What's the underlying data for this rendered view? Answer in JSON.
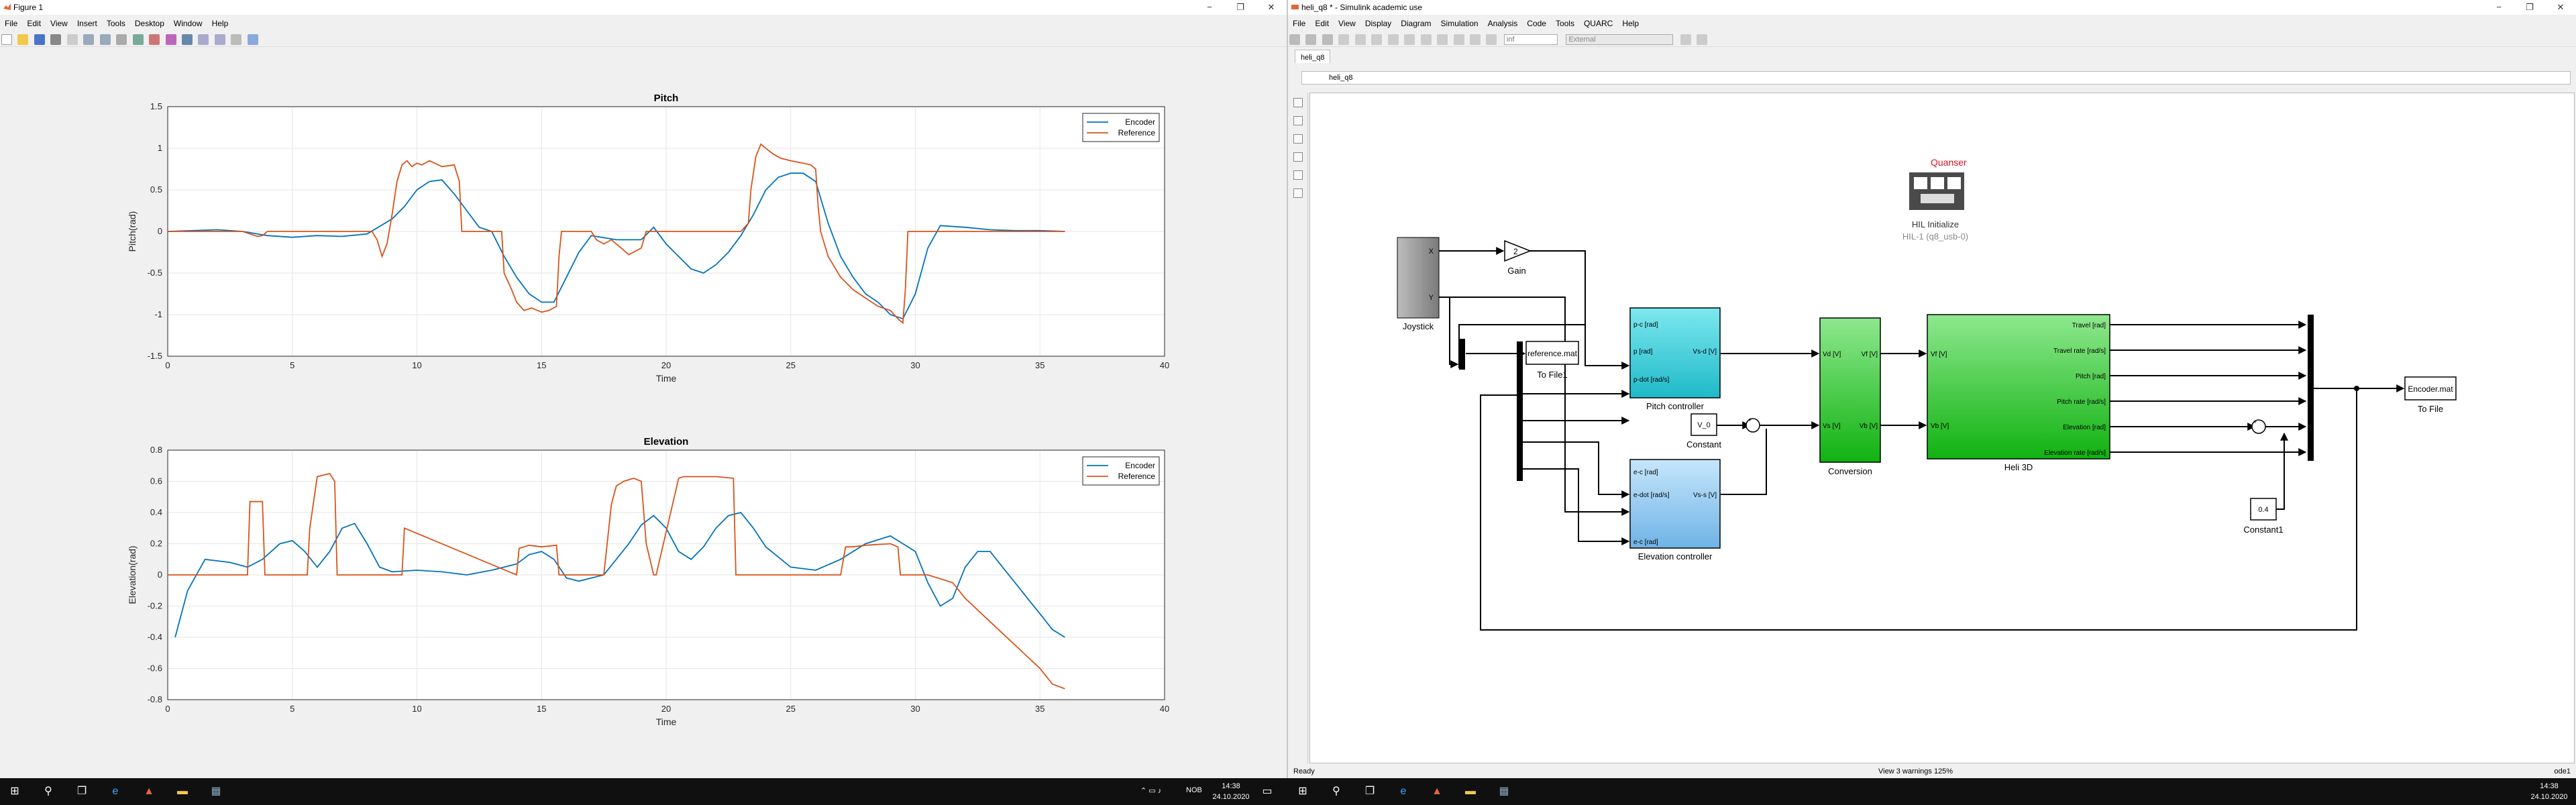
{
  "figure": {
    "title": "Figure 1",
    "menu": [
      "File",
      "Edit",
      "View",
      "Insert",
      "Tools",
      "Desktop",
      "Window",
      "Help"
    ],
    "window_controls": [
      "−",
      "❐",
      "✕"
    ]
  },
  "chart_data": [
    {
      "type": "line",
      "title": "Pitch",
      "xlabel": "Time",
      "ylabel": "Pitch(rad)",
      "xlim": [
        0,
        40
      ],
      "ylim": [
        -1.5,
        1.5
      ],
      "xticks": [
        0,
        5,
        10,
        15,
        20,
        25,
        30,
        35,
        40
      ],
      "yticks": [
        -1.5,
        -1,
        -0.5,
        0,
        0.5,
        1,
        1.5
      ],
      "ytick_labels": [
        "-1.5",
        "-1",
        "-0.5",
        "0",
        "0.5",
        "1",
        "1.5"
      ],
      "grid": true,
      "legend_position": "top-right",
      "series": [
        {
          "name": "Encoder",
          "color": "#0072bd",
          "x": [
            0,
            1,
            2,
            3,
            4,
            5,
            6,
            7,
            8,
            9,
            9.5,
            10,
            10.5,
            11,
            11.5,
            12,
            12.5,
            13,
            13.5,
            14,
            14.5,
            15,
            15.5,
            16,
            16.5,
            17,
            18,
            19,
            19.5,
            20,
            20.5,
            21,
            21.5,
            22,
            22.5,
            23,
            23.5,
            24,
            24.5,
            25,
            25.5,
            26,
            26.5,
            27,
            27.5,
            28,
            28.5,
            29,
            29.5,
            30,
            30.5,
            31,
            32,
            33,
            34,
            35,
            36
          ],
          "y": [
            0,
            0.01,
            0.02,
            0.0,
            -0.05,
            -0.07,
            -0.05,
            -0.06,
            -0.03,
            0.15,
            0.3,
            0.5,
            0.6,
            0.62,
            0.45,
            0.25,
            0.05,
            0,
            -0.3,
            -0.55,
            -0.75,
            -0.85,
            -0.85,
            -0.55,
            -0.25,
            -0.05,
            -0.1,
            -0.1,
            0.05,
            -0.15,
            -0.3,
            -0.45,
            -0.5,
            -0.4,
            -0.25,
            -0.05,
            0.2,
            0.5,
            0.65,
            0.7,
            0.7,
            0.6,
            0.1,
            -0.3,
            -0.55,
            -0.75,
            -0.85,
            -1.0,
            -1.05,
            -0.75,
            -0.2,
            0.07,
            0.05,
            0.02,
            0.01,
            0.01,
            0
          ]
        },
        {
          "name": "Reference",
          "color": "#d95319",
          "x": [
            0,
            3,
            3.3,
            3.6,
            3.8,
            4,
            8.2,
            8.4,
            8.6,
            8.8,
            9,
            9.2,
            9.4,
            9.6,
            9.8,
            10,
            10.2,
            10.5,
            11,
            11.5,
            11.7,
            11.8,
            13.4,
            13.5,
            13.8,
            14,
            14.3,
            14.6,
            15,
            15.3,
            15.6,
            15.7,
            15.8,
            16.5,
            17,
            17.2,
            17.5,
            17.8,
            18.2,
            18.5,
            19,
            19.2,
            20,
            20.5,
            21,
            21.5,
            22,
            22.5,
            23,
            23.3,
            23.4,
            23.6,
            23.8,
            24,
            24.3,
            24.6,
            25,
            25.5,
            25.8,
            26,
            26.1,
            26.2,
            26.5,
            27,
            27.5,
            28,
            28.5,
            29,
            29.3,
            29.5,
            29.6,
            29.7,
            30,
            36
          ],
          "y": [
            0,
            0,
            -0.03,
            -0.06,
            -0.05,
            0,
            0,
            -0.1,
            -0.3,
            -0.15,
            0.2,
            0.6,
            0.8,
            0.85,
            0.78,
            0.82,
            0.8,
            0.85,
            0.78,
            0.8,
            0.6,
            0,
            0,
            -0.5,
            -0.7,
            -0.85,
            -0.95,
            -0.92,
            -0.97,
            -0.95,
            -0.9,
            -0.3,
            0,
            0,
            0,
            -0.1,
            -0.15,
            -0.1,
            -0.2,
            -0.28,
            -0.2,
            0,
            0,
            0,
            0,
            0,
            0,
            0,
            0,
            0.1,
            0.5,
            0.9,
            1.05,
            1.0,
            0.93,
            0.88,
            0.85,
            0.82,
            0.8,
            0.75,
            0.3,
            0,
            -0.3,
            -0.55,
            -0.7,
            -0.8,
            -0.9,
            -0.95,
            -1.05,
            -1.1,
            -0.7,
            0,
            0,
            0
          ]
        }
      ]
    },
    {
      "type": "line",
      "title": "Elevation",
      "xlabel": "Time",
      "ylabel": "Elevation(rad)",
      "xlim": [
        0,
        40
      ],
      "ylim": [
        -0.8,
        0.8
      ],
      "xticks": [
        0,
        5,
        10,
        15,
        20,
        25,
        30,
        35,
        40
      ],
      "yticks": [
        -0.8,
        -0.6,
        -0.4,
        -0.2,
        0,
        0.2,
        0.4,
        0.6,
        0.8
      ],
      "ytick_labels": [
        "-0.8",
        "-0.6",
        "-0.4",
        "-0.2",
        "0",
        "0.2",
        "0.4",
        "0.6",
        "0.8"
      ],
      "grid": true,
      "legend_position": "top-right",
      "series": [
        {
          "name": "Encoder",
          "color": "#0072bd",
          "x": [
            0.3,
            0.8,
            1.5,
            2.5,
            3.2,
            3.8,
            4.5,
            5,
            5.5,
            6,
            6.5,
            7,
            7.5,
            8,
            8.5,
            9,
            10,
            11,
            12,
            13,
            14,
            14.5,
            15,
            15.5,
            16,
            16.5,
            17,
            17.5,
            18,
            18.5,
            19,
            19.5,
            20,
            20.5,
            21,
            21.5,
            22,
            22.5,
            23,
            23.5,
            24,
            25,
            26,
            27,
            28,
            29,
            30,
            30.5,
            31,
            31.5,
            32,
            32.5,
            33,
            33.5,
            34,
            34.5,
            35,
            35.5,
            36
          ],
          "y": [
            -0.4,
            -0.1,
            0.1,
            0.08,
            0.05,
            0.1,
            0.2,
            0.22,
            0.15,
            0.05,
            0.15,
            0.3,
            0.33,
            0.2,
            0.05,
            0.02,
            0.03,
            0.02,
            0.0,
            0.03,
            0.07,
            0.13,
            0.15,
            0.1,
            -0.02,
            -0.04,
            -0.02,
            0.0,
            0.1,
            0.2,
            0.32,
            0.38,
            0.3,
            0.15,
            0.1,
            0.18,
            0.3,
            0.38,
            0.4,
            0.3,
            0.18,
            0.05,
            0.03,
            0.1,
            0.2,
            0.25,
            0.15,
            -0.05,
            -0.2,
            -0.15,
            0.05,
            0.15,
            0.15,
            0.05,
            -0.05,
            -0.15,
            -0.25,
            -0.35,
            -0.4
          ]
        },
        {
          "name": "Reference",
          "color": "#d95319",
          "x": [
            0,
            3.2,
            3.3,
            3.8,
            3.9,
            4.7,
            5.6,
            5.7,
            6,
            6.5,
            6.7,
            6.8,
            9.4,
            9.5,
            14,
            14.1,
            14.5,
            15,
            15.6,
            15.7,
            17.5,
            17.8,
            18,
            18.3,
            18.7,
            19,
            19.2,
            19.5,
            19.6,
            20.4,
            20.5,
            20.7,
            21,
            22,
            22.7,
            22.8,
            27,
            27.2,
            27.5,
            28,
            29,
            29.3,
            29.4,
            30.5,
            31.5,
            32,
            33,
            34,
            35,
            35.5,
            36
          ],
          "y": [
            0,
            0,
            0.47,
            0.47,
            0,
            0,
            0,
            0.3,
            0.63,
            0.65,
            0.6,
            0,
            0,
            0.3,
            0,
            0.17,
            0.19,
            0.18,
            0.19,
            0,
            0,
            0.45,
            0.57,
            0.6,
            0.62,
            0.6,
            0.2,
            0,
            0,
            0.55,
            0.62,
            0.63,
            0.63,
            0.63,
            0.62,
            0,
            0,
            0.18,
            0.18,
            0.19,
            0.2,
            0.18,
            0,
            0,
            -0.05,
            -0.15,
            -0.3,
            -0.45,
            -0.6,
            -0.7,
            -0.73
          ]
        }
      ]
    }
  ],
  "simulink": {
    "title": "heli_q8 * - Simulink academic use",
    "menu": [
      "File",
      "Edit",
      "View",
      "Display",
      "Diagram",
      "Simulation",
      "Analysis",
      "Code",
      "Tools",
      "QUARC",
      "Help"
    ],
    "stop_time": "inf",
    "mode": "External",
    "tab": "heli_q8",
    "address": "heli_q8",
    "window_controls": [
      "−",
      "❐",
      "✕"
    ],
    "status_left": "Ready",
    "status_center": "View 3 warnings  125%",
    "status_right": "ode1"
  },
  "diagram": {
    "hil_initialize": {
      "name": "HIL Initialize",
      "sub": "HIL-1 (q8_usb-0)",
      "logo": "Quanser"
    },
    "joystick": {
      "label": "Joystick",
      "x": "X",
      "y": "Y"
    },
    "gain": {
      "label": "Gain",
      "value": "2"
    },
    "to_file1": {
      "label": "To File1",
      "file": "reference.mat"
    },
    "pitch_controller": {
      "label": "Pitch controller",
      "inputs": [
        "p-c [rad]",
        "p [rad]",
        "p-dot [rad/s]"
      ],
      "output": "Vs-d [V]"
    },
    "elevation_controller": {
      "label": "Elevation controller",
      "inputs": [
        "e-c [rad]",
        "e-dot [rad/s]",
        "e-c [rad]"
      ],
      "output": "Vs-s [V]"
    },
    "constant": {
      "label": "Constant",
      "value": "V_0"
    },
    "conversion": {
      "label": "Conversion",
      "in1": "Vd [V]",
      "in2": "Vs [V]",
      "out1": "Vf [V]",
      "out2": "Vb [V]"
    },
    "heli3d": {
      "label": "Heli 3D",
      "in1": "Vf [V]",
      "in2": "Vb [V]",
      "outputs": [
        "Travel [rad]",
        "Travel rate [rad/s]",
        "Pitch [rad]",
        "Pitch rate [rad/s]",
        "Elevation [rad]",
        "Elevation rate [rad/s]"
      ]
    },
    "constant1": {
      "label": "Constant1",
      "value": "0.4"
    },
    "to_file": {
      "label": "To File",
      "file": "Encoder.mat"
    },
    "sum_sign": "+"
  },
  "taskbar": {
    "left_time": "14:38",
    "left_date": "24.10.2020",
    "right_time": "14:38",
    "right_date": "24.10.2020",
    "lang": "NOB"
  }
}
